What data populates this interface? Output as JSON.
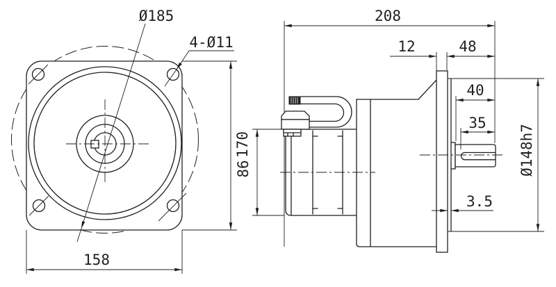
{
  "drawing": {
    "type": "gear-motor-dimension-drawing",
    "colors": {
      "line": "#1f1f1f",
      "background": "#ffffff"
    },
    "front_view": {
      "bolt_circle_dia": "Ø185",
      "mounting_holes": "4-Ø11",
      "flange_height": "170",
      "flange_width": "158"
    },
    "side_view": {
      "overall_length": "208",
      "flange_thickness": "12",
      "front_section_length": "48",
      "shaft_length": "40",
      "keyway_length": "35",
      "motor_body_dia": "86",
      "spigot_step": "3.5",
      "spigot_dia": "Ø148h7"
    }
  }
}
